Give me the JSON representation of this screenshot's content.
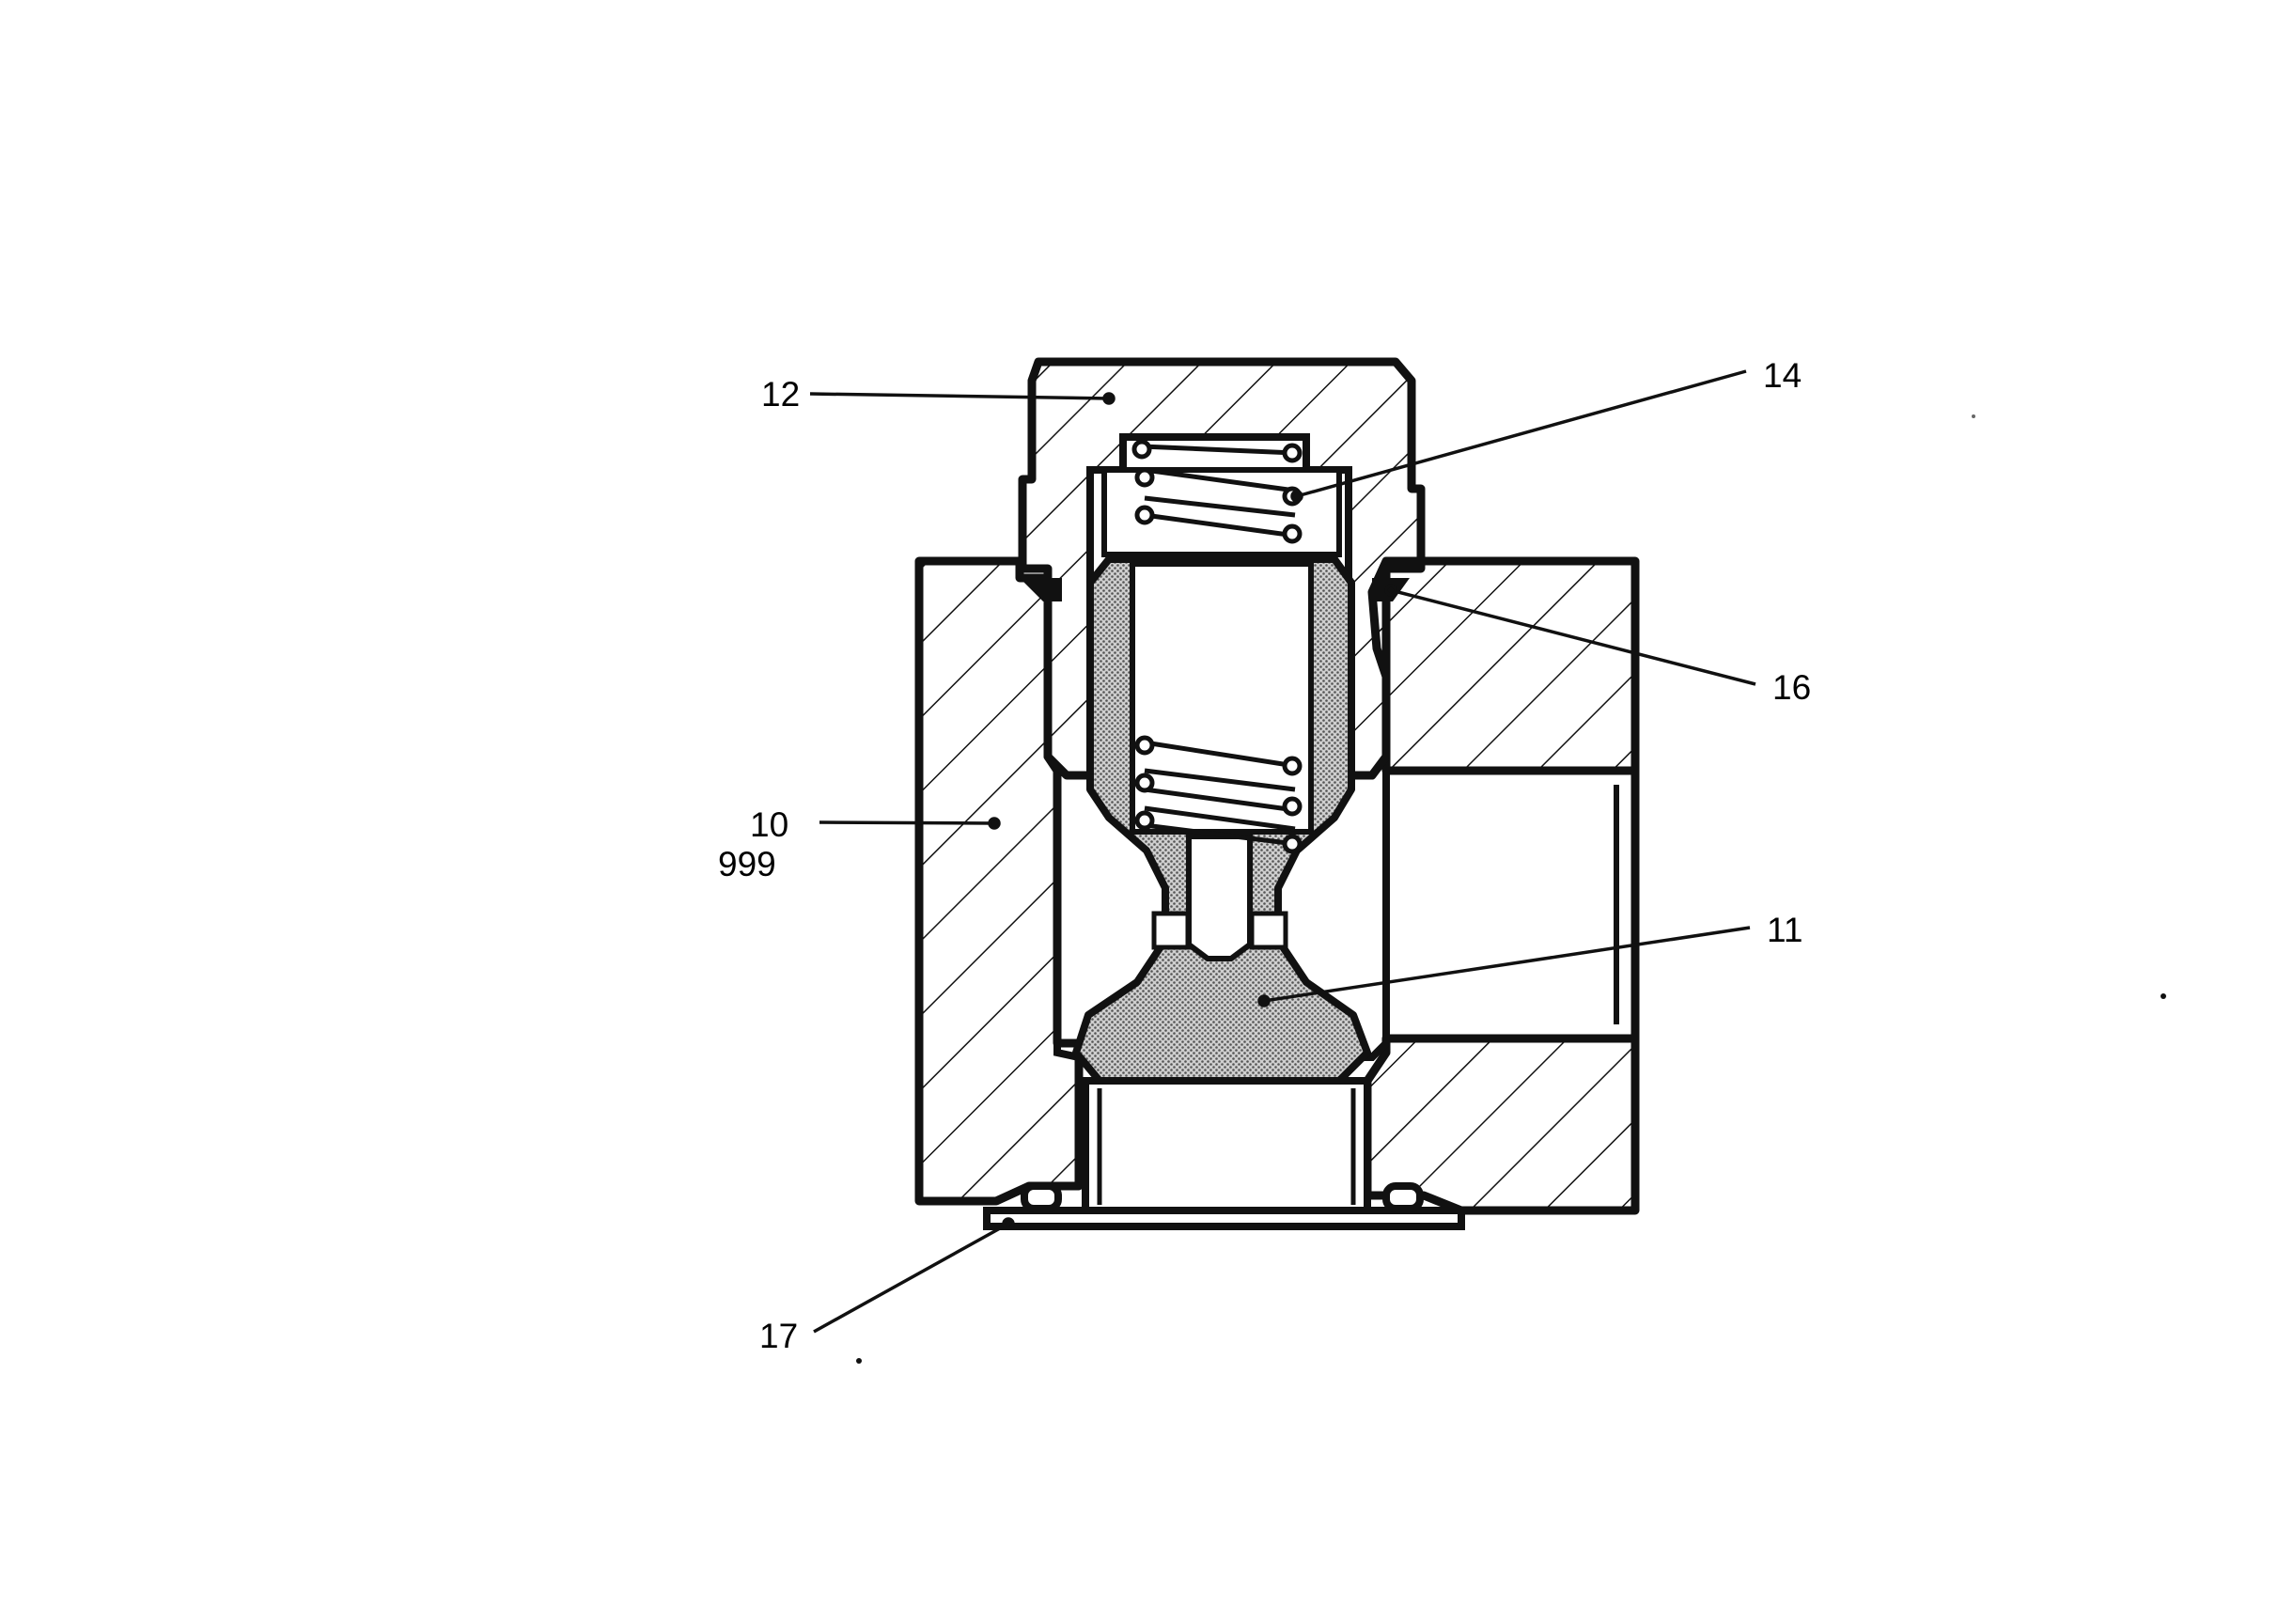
{
  "colors": {
    "ink": "#111111",
    "background": "#ffffff",
    "stipple": "#9a9a9a"
  },
  "labels": {
    "l12": "12",
    "l14": "14",
    "l16": "16",
    "l10": "10",
    "l999": "999",
    "l11": "11",
    "l17": "17"
  }
}
